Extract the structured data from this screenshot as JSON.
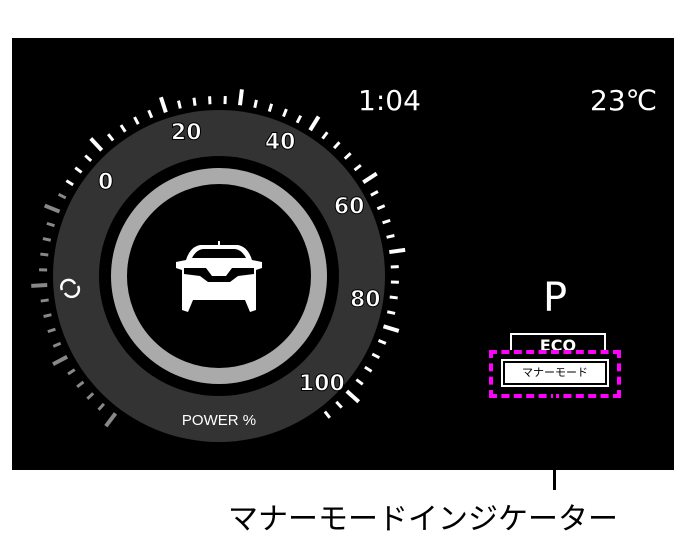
{
  "display": {
    "clock": "1:04",
    "temperature": "23℃",
    "gear": "P",
    "eco_label": "ECO",
    "manner_mode_label": "マナーモード"
  },
  "gauge": {
    "title": "POWER %",
    "scale_labels": [
      "0",
      "20",
      "40",
      "60",
      "80",
      "100"
    ],
    "regen_icon": "regen-arrows-icon",
    "center_icon": "car-rear-icon"
  },
  "callout": {
    "caption": "マナーモードインジケーター",
    "highlight_color": "#ff00ff"
  }
}
